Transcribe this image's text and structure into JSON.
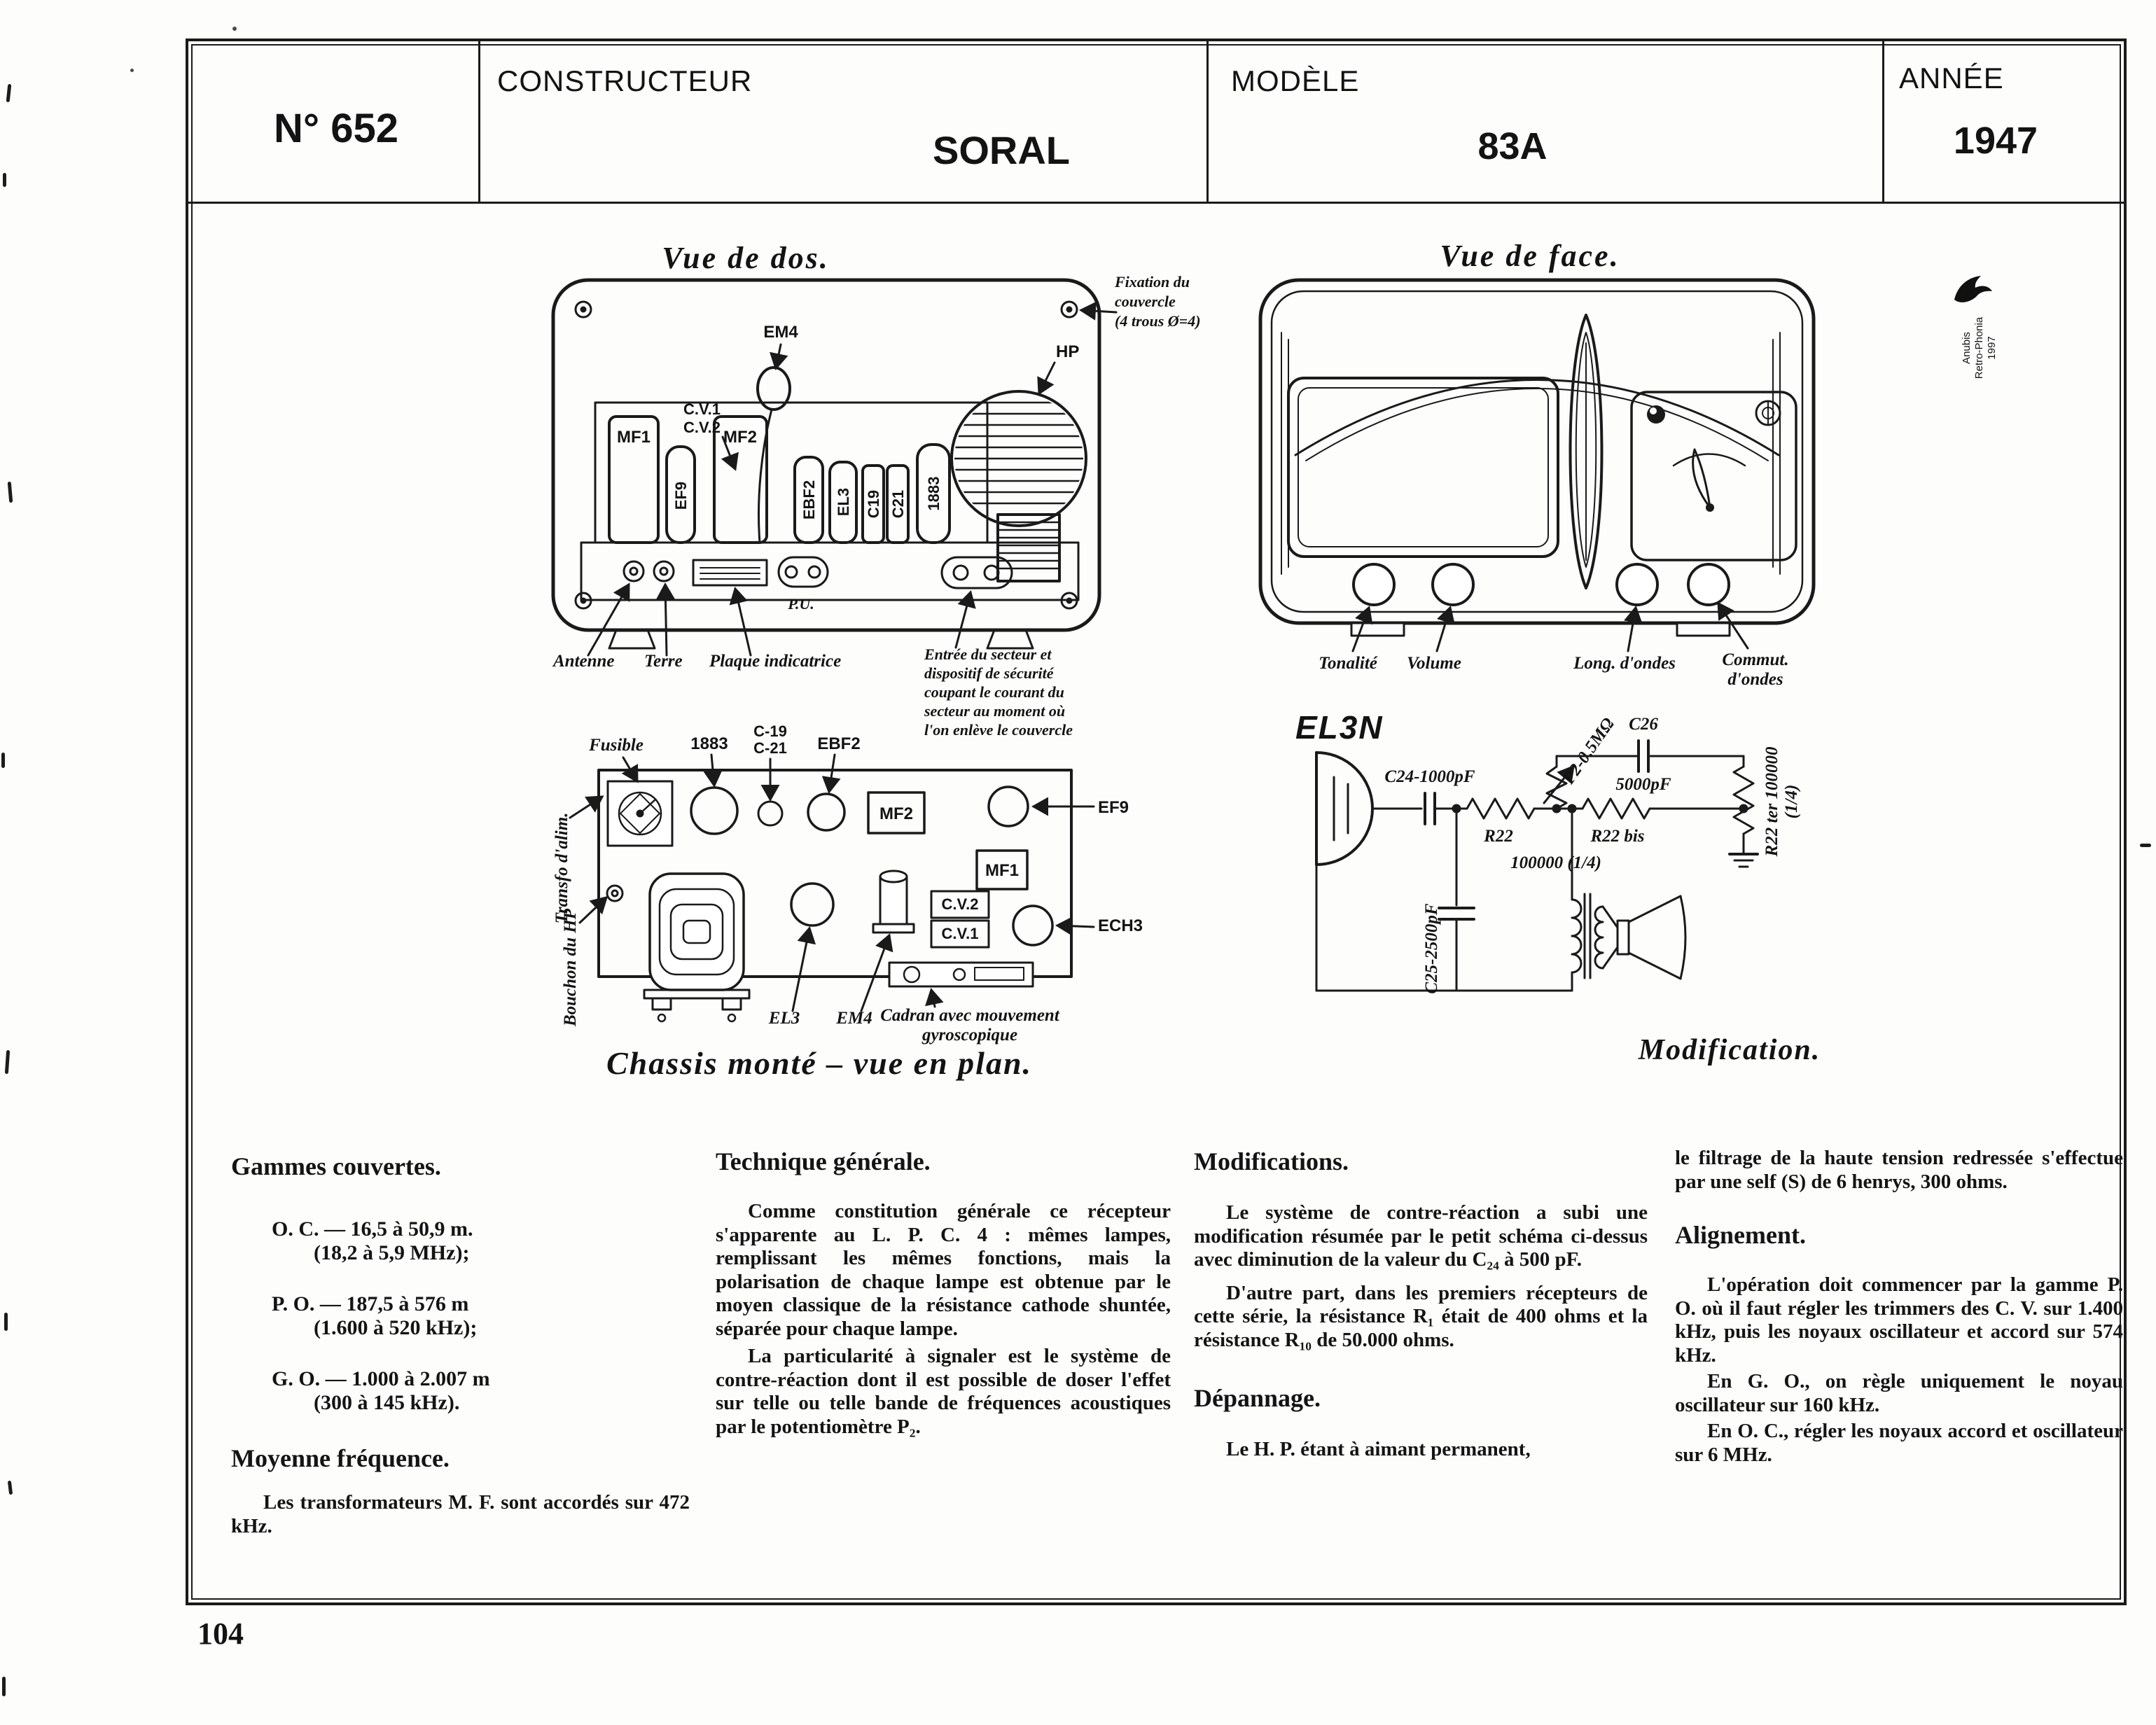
{
  "header": {
    "doc_number": "N° 652",
    "constructeur_label": "CONSTRUCTEUR",
    "constructeur_value": "SORAL",
    "modele_label": "MODÈLE",
    "modele_value": "83A",
    "annee_label": "ANNÉE",
    "annee_value": "1947"
  },
  "watermark": {
    "line1": "Anubis",
    "line2": "Retro-Phonia",
    "line3": "1997"
  },
  "back_view": {
    "title": "Vue de dos.",
    "fixation": [
      "Fixation du",
      "couvercle",
      "(4 trous Ø=4)"
    ],
    "em4": "EM4",
    "hp": "HP",
    "cv1": "C.V.1",
    "cv2": "C.V.2",
    "mf1": "MF1",
    "mf2": "MF2",
    "ef9": "EF9",
    "ebf2": "EBF2",
    "el3": "EL3",
    "c19": "C19",
    "c21": "C21",
    "v1883": "1883",
    "pu": "P.U.",
    "antenne": "Antenne",
    "terre": "Terre",
    "plaque": "Plaque indicatrice",
    "entree": [
      "Entrée du secteur et",
      "dispositif de sécurité",
      "coupant le courant du",
      "secteur au moment où",
      "l'on enlève le couvercle"
    ]
  },
  "front_view": {
    "title": "Vue de face.",
    "knob_tonalite": "Tonalité",
    "knob_volume": "Volume",
    "knob_long": "Long. d'ondes",
    "knob_commut1": "Commut.",
    "knob_commut2": "d'ondes"
  },
  "plan_view": {
    "fusible": "Fusible",
    "v1883": "1883",
    "c19": "C-19",
    "c21": "C-21",
    "ebf2": "EBF2",
    "mf2": "MF2",
    "ef9": "EF9",
    "mf1": "MF1",
    "cv2": "C.V.2",
    "cv1": "C.V.1",
    "ech3": "ECH3",
    "el3": "EL3",
    "em4": "EM4",
    "cadran1": "Cadran avec mouvement",
    "cadran2": "gyroscopique",
    "transfo": "Transfo d'alim.",
    "bouchon": "Bouchon du HP",
    "caption": "Chassis monté – vue en plan."
  },
  "schematic": {
    "tube": "EL3N",
    "c24": "C24-1000pF",
    "p2": "P2-0.5MΩ",
    "c26": "C26",
    "c26_val": "5000pF",
    "r22": "R22",
    "r22bis": "R22 bis",
    "r22_val": "100000 (1/4)",
    "r22ter": "R22 ter 100000",
    "r22ter_frac": "(1/4)",
    "c25": "C25-2500pF",
    "caption": "Modification."
  },
  "col1": {
    "heading1": "Gammes couvertes.",
    "oc1": "O. C. — 16,5 à 50,9 m.",
    "oc2": "(18,2 à 5,9 MHz);",
    "po1": "P. O. — 187,5 à 576 m",
    "po2": "(1.600 à 520 kHz);",
    "go1": "G. O. — 1.000 à 2.007 m",
    "go2": "(300 à 145 kHz).",
    "heading2": "Moyenne fréquence.",
    "mf_para": "Les transformateurs M. F. sont accordés sur 472 kHz."
  },
  "col2": {
    "heading": "Technique générale.",
    "p1": "Comme constitution générale ce récepteur s'apparente au L. P. C. 4 : mêmes lampes, remplissant les mêmes fonctions, mais la polarisation de chaque lampe est obtenue par le moyen classique de la résistance cathode shuntée, séparée pour chaque lampe.",
    "p2": "La particularité à signaler est le système de contre-réaction dont il est possible de doser l'effet sur telle ou telle bande de fréquences acoustiques par le potentiomètre P₂."
  },
  "col3": {
    "heading1": "Modifications.",
    "p1": "Le système de contre-réaction a subi une modification résumée par le petit schéma ci-dessus avec diminution de la valeur du C₂₄ à 500 pF.",
    "p2": "D'autre part, dans les premiers récepteurs de cette série, la résistance R₁ était de 400 ohms et la résistance R₁₀ de 50.000 ohms.",
    "heading2": "Dépannage.",
    "p3": "Le H. P. étant à aimant permanent,"
  },
  "col4": {
    "p0": "le filtrage de la haute tension redressée s'effectue par une self (S) de 6 henrys, 300 ohms.",
    "heading": "Alignement.",
    "p1": "L'opération doit commencer par la gamme P. O. où il faut régler les trimmers des C. V. sur 1.400 kHz, puis les noyaux oscillateur et accord sur 574 kHz.",
    "p2": "En G. O., on règle uniquement le noyau oscillateur sur 160 kHz.",
    "p3": "En O. C., régler les noyaux accord et oscillateur sur 6 MHz."
  },
  "footer": {
    "page_number": "104"
  }
}
